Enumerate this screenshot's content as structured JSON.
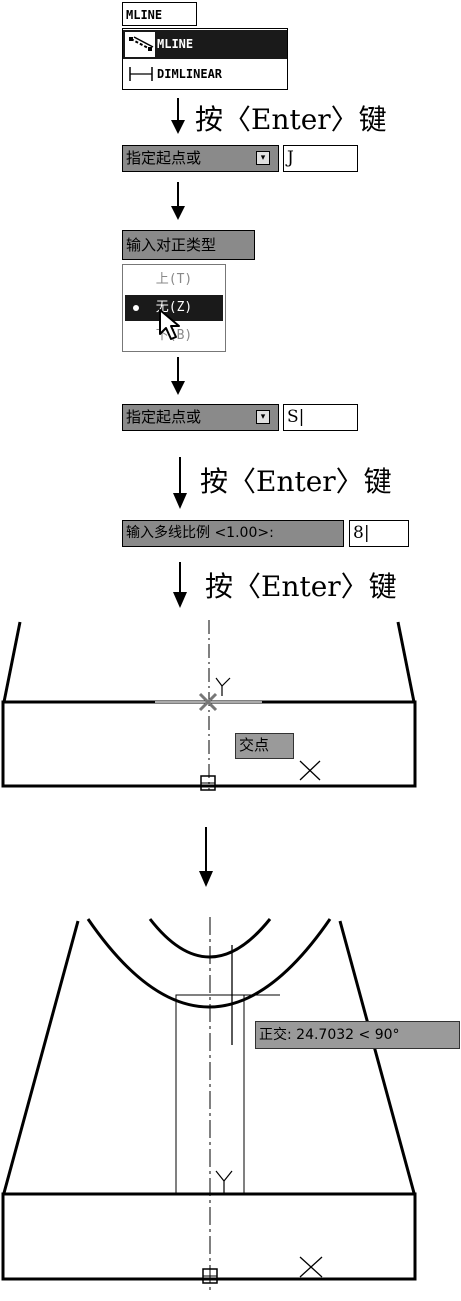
{
  "command_input": {
    "value": "MLINE"
  },
  "autocomplete": {
    "items": [
      {
        "label": "MLINE",
        "icon": "mline-icon",
        "selected": true
      },
      {
        "label": "DIMLINEAR",
        "icon": "dimlinear-icon",
        "selected": false
      }
    ]
  },
  "steps": {
    "press_enter": "按〈Enter〉键"
  },
  "prompts": {
    "start_point_1": {
      "label": "指定起点或",
      "value": "J"
    },
    "justification": {
      "label": "输入对正类型"
    },
    "start_point_2": {
      "label": "指定起点或",
      "value": "S|"
    },
    "scale": {
      "label": "输入多线比例 <1.00>:",
      "value": "8|"
    }
  },
  "justification_options": [
    {
      "label": "上(T)",
      "selected": false
    },
    {
      "label": "无(Z)",
      "selected": true
    },
    {
      "label": "下(B)",
      "selected": false
    }
  ],
  "drawing_1": {
    "snap_label": "交点",
    "axis_label": "Y"
  },
  "drawing_2": {
    "ortho_label": "正交: 24.7032 < 90°",
    "axis_label": "Y"
  }
}
